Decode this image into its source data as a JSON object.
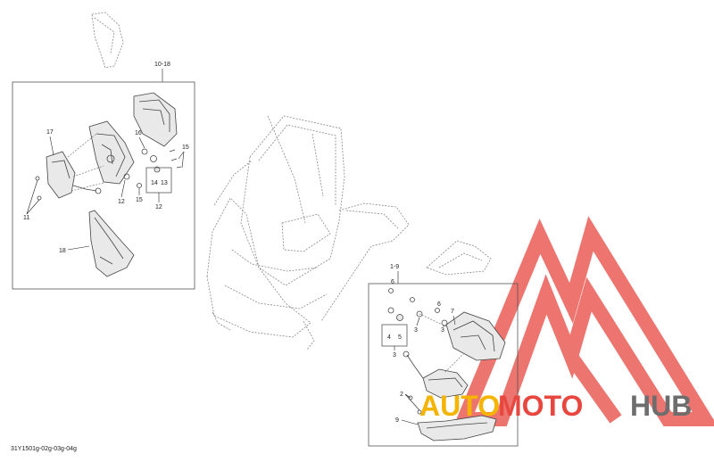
{
  "diagram": {
    "diagram_id": "31Y1501g-02g-03g-04g",
    "groups": {
      "left_group": "10-18",
      "right_group": "1-9"
    },
    "left_callouts": {
      "c17": "17",
      "c16": "16",
      "c15a": "15",
      "c15b": "15",
      "c14": "14",
      "c13": "13",
      "c12a": "12",
      "c12b": "12",
      "c11": "11",
      "c18": "18"
    },
    "right_callouts": {
      "c6a": "6",
      "c6b": "6",
      "c7": "7",
      "c3a": "3",
      "c3b": "3",
      "c3c": "3",
      "c4": "4",
      "c5": "5",
      "c2": "2",
      "c9": "9"
    }
  },
  "watermark": {
    "part1": "AUTO",
    "part2": "MOTO",
    "part3": "HUB",
    "colors": {
      "red": "#e8473f",
      "yellow": "#f5b400",
      "gray": "#6d6d6d"
    }
  }
}
